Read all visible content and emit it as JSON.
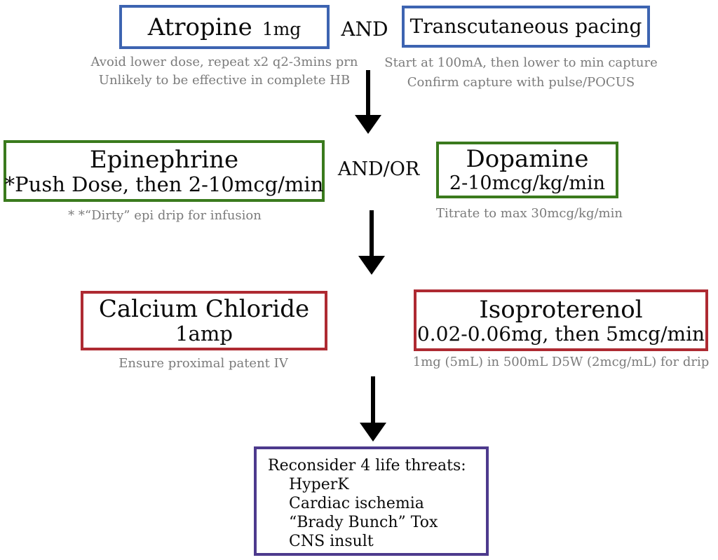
{
  "colors": {
    "blue": "#3D64B1",
    "green": "#3A7A1D",
    "red": "#AE2A32",
    "purple": "#4D3A8D",
    "gray": "#7B7B7B",
    "ink": "#0A0A0A"
  },
  "row1": {
    "connector": "AND",
    "atropine": {
      "title": "Atropine",
      "dose": "1mg",
      "notes": [
        "Avoid lower dose, repeat x2 q2-3mins prn",
        "Unlikely to be effective in complete HB"
      ]
    },
    "pacing": {
      "title": "Transcutaneous pacing",
      "notes": [
        "Start at 100mA, then lower to min capture",
        "Confirm capture with pulse/POCUS"
      ]
    }
  },
  "row2": {
    "connector": "AND/OR",
    "epinephrine": {
      "title": "Epinephrine",
      "dose": "*Push Dose, then 2-10mcg/min",
      "notes": [
        "* *“Dirty” epi drip for infusion"
      ]
    },
    "dopamine": {
      "title": "Dopamine",
      "dose": "2-10mcg/kg/min",
      "notes": [
        "Titrate to max 30mcg/kg/min"
      ]
    }
  },
  "row3": {
    "calcium": {
      "title": "Calcium Chloride",
      "dose": "1amp",
      "notes": [
        "Ensure proximal patent IV"
      ]
    },
    "isoproterenol": {
      "title": "Isoproterenol",
      "dose": "0.02-0.06mg, then 5mcg/min",
      "notes": [
        "1mg (5mL) in 500mL D5W (2mcg/mL) for drip"
      ]
    }
  },
  "final": {
    "title": "Reconsider 4 life threats:",
    "items": [
      "HyperK",
      "Cardiac ischemia",
      "“Brady Bunch” Tox",
      "CNS insult"
    ]
  }
}
